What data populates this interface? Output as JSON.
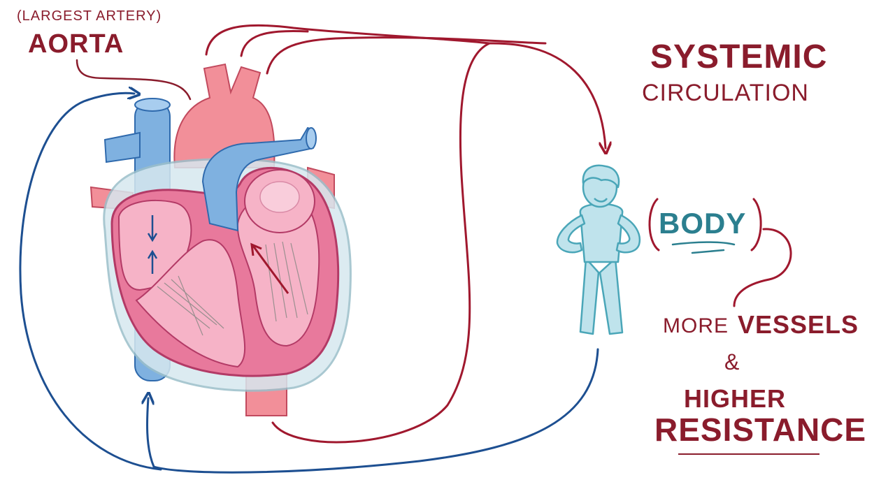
{
  "labels": {
    "aorta_note": "(LARGEST ARTERY)",
    "aorta": "AORTA",
    "title_line1": "SYSTEMIC",
    "title_line2": "CIRCULATION",
    "body": "BODY",
    "more_vessels_prefix": "MORE",
    "more_vessels_word": "VESSELS",
    "ampersand": "&",
    "higher": "HIGHER",
    "resistance": "RESISTANCE"
  },
  "colors": {
    "artery_red": "#a0182e",
    "vein_blue": "#1d4f91",
    "heart_pink": "#e8799c",
    "heart_light": "#f6b3c7",
    "aorta_fill": "#f28f99",
    "vein_fill": "#7fb1e0",
    "person_fill": "#bfe3ec",
    "person_stroke": "#4aa6b8",
    "text_dark_red": "#8a1c2c",
    "text_teal": "#2b7f8f"
  },
  "icons": {
    "heart": "heart-cross-section-icon",
    "person": "person-icon"
  }
}
